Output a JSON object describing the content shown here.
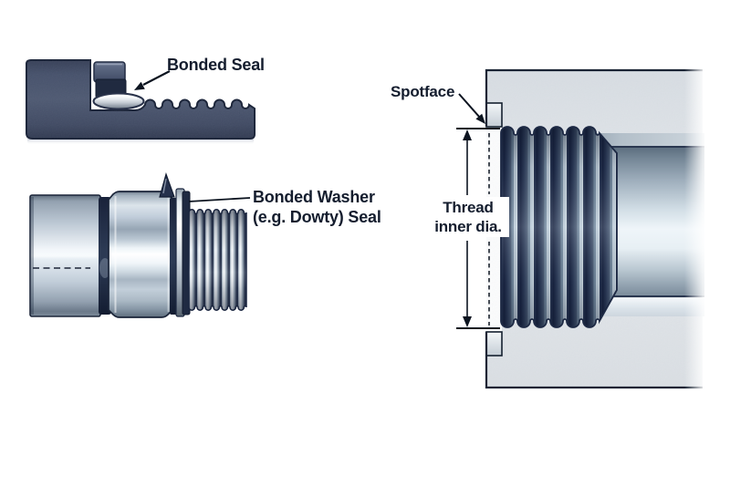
{
  "figures": {
    "bonded_seal": {
      "label": "Bonded Seal"
    },
    "bonded_washer": {
      "label_line1": "Bonded Washer",
      "label_line2": "(e.g. Dowty) Seal"
    },
    "port": {
      "spotface_label": "Spotface",
      "dimension_label_line1": "Thread",
      "dimension_label_line2": "inner dia."
    }
  },
  "colors": {
    "background": "#ffffff",
    "label_text": "#141d2e",
    "annotation_line": "#0c1420",
    "dark_steel_body": "#4b566f",
    "dark_steel_outline": "#1a2338",
    "bright_steel": "#f8fbfd",
    "steel_shadow": "#5f6e7d",
    "thread_ribbon_dark": "#182340",
    "port_block_fill": "#e8ebee",
    "seal_silver": "#e9edf1",
    "rubber_dark": "#1f2a42"
  }
}
